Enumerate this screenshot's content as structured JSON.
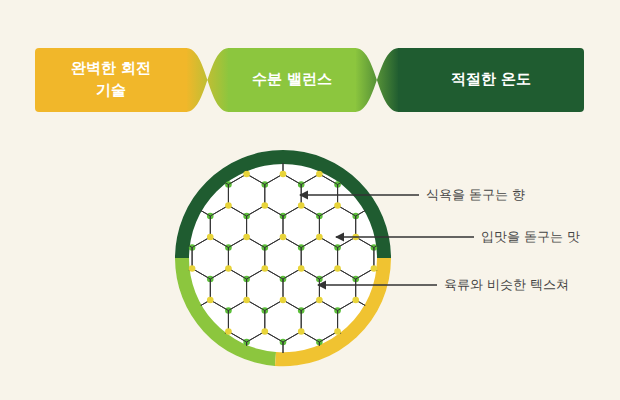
{
  "diagram": {
    "nodes": [
      {
        "text": [
          "완벽한 회전 기술"
        ]
      },
      {
        "text": [
          "수분 밸런스"
        ]
      },
      {
        "text": [
          "적절한 온도"
        ]
      }
    ],
    "edges": [
      {
        "from": 0,
        "to": 1,
        "arrow": "none"
      },
      {
        "from": 1,
        "to": 2,
        "arrow": "none"
      }
    ],
    "labels": [
      "식욕을 돋구는 향",
      "입맛을 돋구는 맛",
      "육류와 비슷한 텍스쳐"
    ]
  }
}
